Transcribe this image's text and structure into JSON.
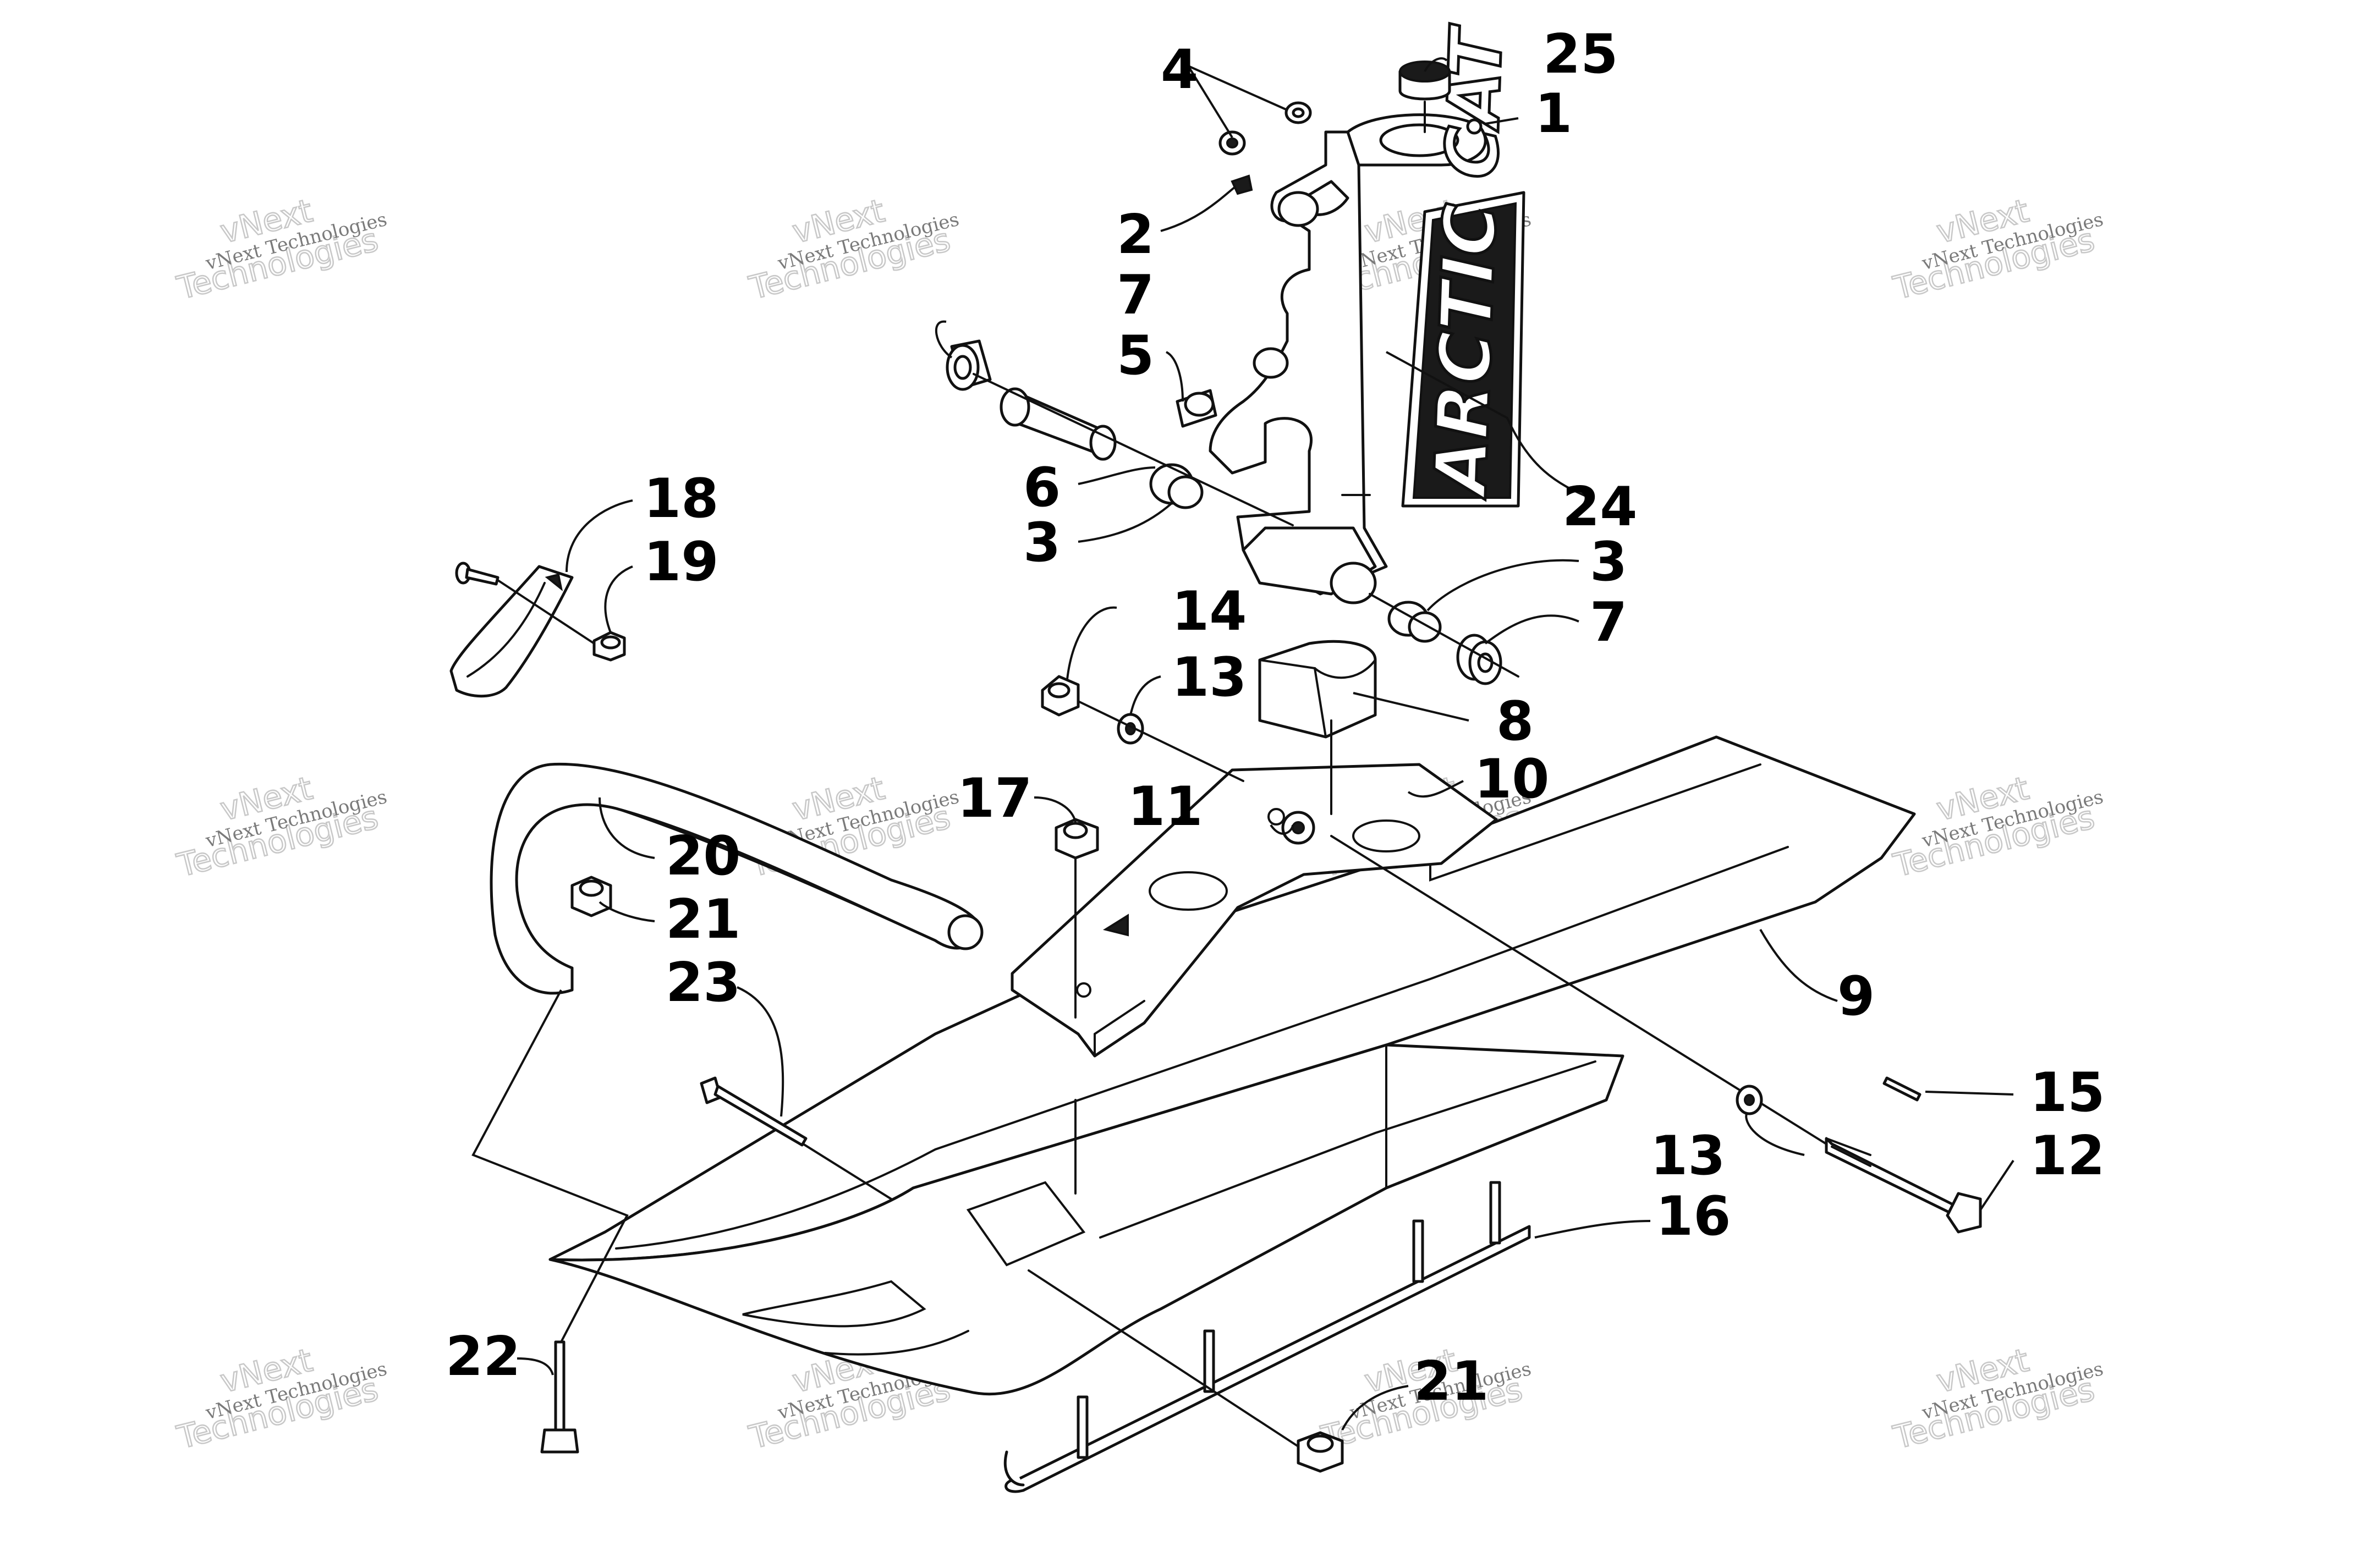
{
  "watermark": {
    "line1": "vNext Technologies",
    "line2": "vNext",
    "line3": "Technologies"
  },
  "decal_text": "ARCTIC CAT",
  "callouts": [
    "1",
    "2",
    "3",
    "3",
    "4",
    "5",
    "6",
    "7",
    "7",
    "8",
    "9",
    "10",
    "11",
    "12",
    "13",
    "13",
    "14",
    "15",
    "16",
    "17",
    "18",
    "19",
    "20",
    "21",
    "21",
    "22",
    "23",
    "24",
    "25"
  ]
}
